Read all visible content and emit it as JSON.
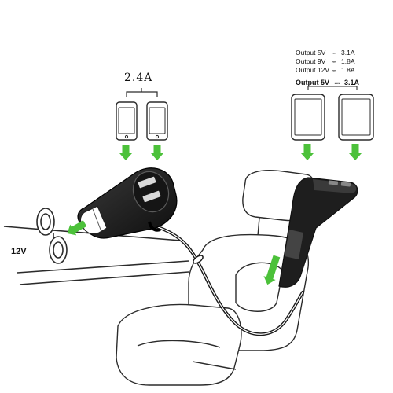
{
  "labels": {
    "dual_port_current": "2.4A",
    "socket_voltage": "12V"
  },
  "spec_table": [
    {
      "name": "Output 5V",
      "value": "3.1A"
    },
    {
      "name": "Output 9V",
      "value": "1.8A"
    },
    {
      "name": "Output 12V",
      "value": "1.8A"
    }
  ],
  "spec_bold": {
    "name": "Output 5V",
    "value": "3.1A"
  },
  "dc_symbol": "⎓",
  "colors": {
    "arrow_green": "#4cc13a",
    "line": "#2b2b2b",
    "device_fill": "#222222"
  }
}
